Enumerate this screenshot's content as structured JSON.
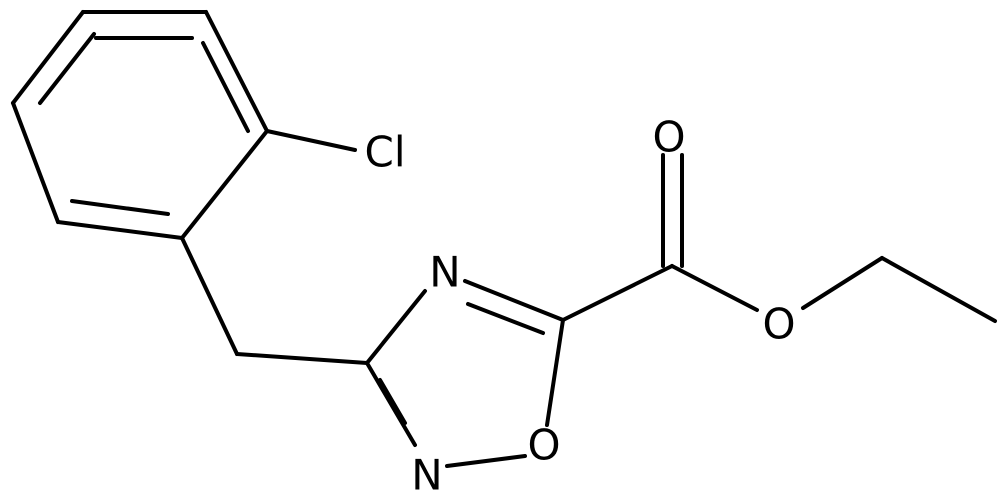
{
  "atoms": {
    "chlorine": "Cl",
    "nitrogen_top": "N",
    "nitrogen_bottom": "N",
    "oxygen_ring": "O",
    "oxygen_carbonyl": "O",
    "oxygen_ester": "O"
  },
  "colors": {
    "bond": "#000000",
    "label": "#000000",
    "background": "#ffffff"
  }
}
